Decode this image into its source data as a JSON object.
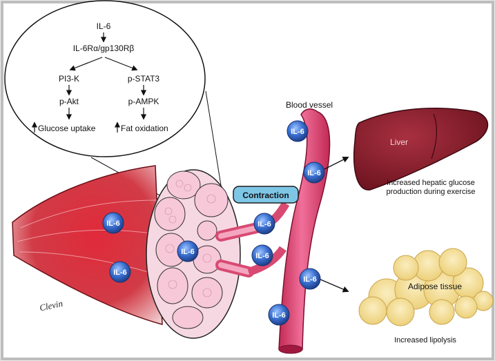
{
  "pathway": {
    "il6": "IL-6",
    "receptor": "IL-6Rα/gp130Rβ",
    "pi3k": "PI3-K",
    "pstat3": "p-STAT3",
    "pakt": "p-Akt",
    "pampk": "p-AMPK",
    "glucose_uptake": "Glucose uptake",
    "fat_oxidation": "Fat oxidation"
  },
  "labels": {
    "blood_vessel": "Blood vessel",
    "contraction": "Contraction",
    "liver": "Liver",
    "liver_caption_1": "Increased hepatic glucose",
    "liver_caption_2": "production during exercise",
    "adipose": "Adipose tissue",
    "adipose_caption": "Increased lipolysis",
    "il6_badge": "IL-6",
    "signature": "Clevin"
  },
  "colors": {
    "muscle": "#c8202c",
    "vessel": "#e0406a",
    "liver": "#8a1a26",
    "adipose": "#f4dd9a",
    "il6_badge": "#3a6fd0",
    "contraction_box": "#7ec6e6"
  }
}
